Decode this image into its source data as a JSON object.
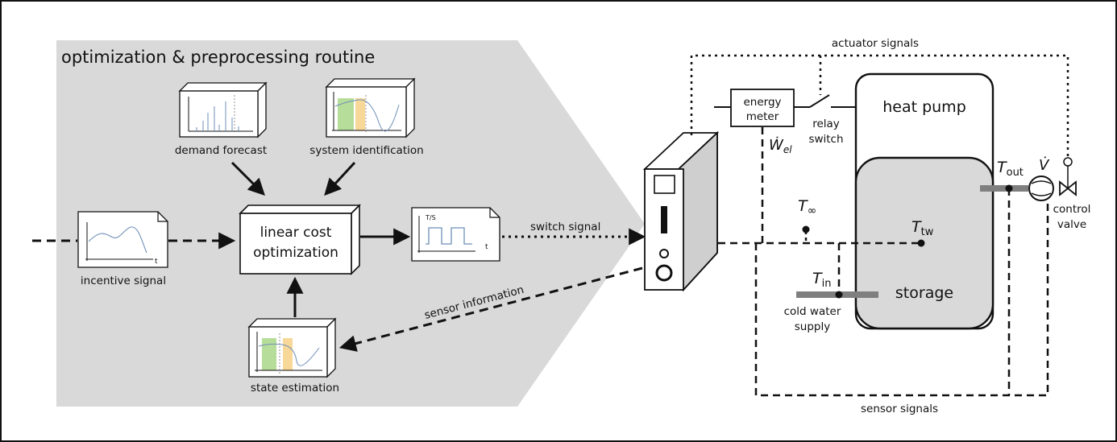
{
  "region_title": "optimization & preprocessing routine",
  "blocks": {
    "demand_forecast": "demand forecast",
    "system_identification": "system identification",
    "incentive_signal": "incentive signal",
    "optimization_line1": "linear cost",
    "optimization_line2": "optimization",
    "state_estimation": "state estimation"
  },
  "signals": {
    "switch_signal": "switch  signal",
    "sensor_information": "sensor information",
    "actuator_signals": "actuator signals",
    "sensor_signals": "sensor signals"
  },
  "components": {
    "energy_meter_line1": "energy",
    "energy_meter_line2": "meter",
    "relay_line1": "relay",
    "relay_line2": "switch",
    "heat_pump": "heat pump",
    "storage": "storage",
    "cold_water_line1": "cold water",
    "cold_water_line2": "supply",
    "control_valve_line1": "control",
    "control_valve_line2": "valve"
  },
  "symbols": {
    "w_el_main": "Ẇ",
    "w_el_sub": "el",
    "t_inf_main": "T",
    "t_inf_sub": "∞",
    "t_in_main": "T",
    "t_in_sub": "in",
    "t_tw_main": "T",
    "t_tw_sub": "tw",
    "t_out_main": "T",
    "t_out_sub": "out",
    "v_dot": "V̇"
  },
  "mini_labels": {
    "ts_axis": "T/S",
    "t_axis": "t"
  },
  "colors": {
    "region_fill": "#d9d9d9",
    "storage_fill": "#d9d9d9",
    "pipe_gray": "#7f7f7f",
    "band_green": "#b7dd9a",
    "band_orange": "#f7d898",
    "plot_blue": "#6e8fb8"
  }
}
